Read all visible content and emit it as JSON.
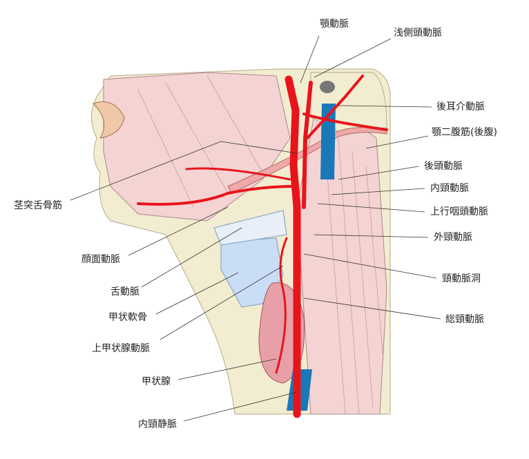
{
  "labels": {
    "maxillary_artery": "顎動脈",
    "superficial_temporal_artery": "浅側頭動脈",
    "posterior_auricular_artery": "後耳介動脈",
    "digastric_posterior_belly": "顎二腹筋(後腹)",
    "occipital_artery": "後頭動脈",
    "internal_carotid_artery": "内頸動脈",
    "ascending_pharyngeal_artery": "上行咽頭動脈",
    "external_carotid_artery": "外頸動脈",
    "carotid_sinus": "頸動脈洞",
    "common_carotid_artery": "総頸動脈",
    "stylohyoid_muscle": "茎突舌骨筋",
    "facial_artery": "顔面動脈",
    "lingual_artery": "舌動脈",
    "thyroid_cartilage": "甲状軟骨",
    "superior_thyroid_artery": "上甲状腺動脈",
    "thyroid_gland": "甲状腺",
    "internal_jugular_vein": "内頸静脈"
  },
  "colors": {
    "artery": "#e8141c",
    "vein": "#1a78b8",
    "muscle": "#f4d3d3",
    "bone": "#f2ecd0",
    "cartilage": "#c9ddf5",
    "thyroid": "#e8a0a8"
  }
}
